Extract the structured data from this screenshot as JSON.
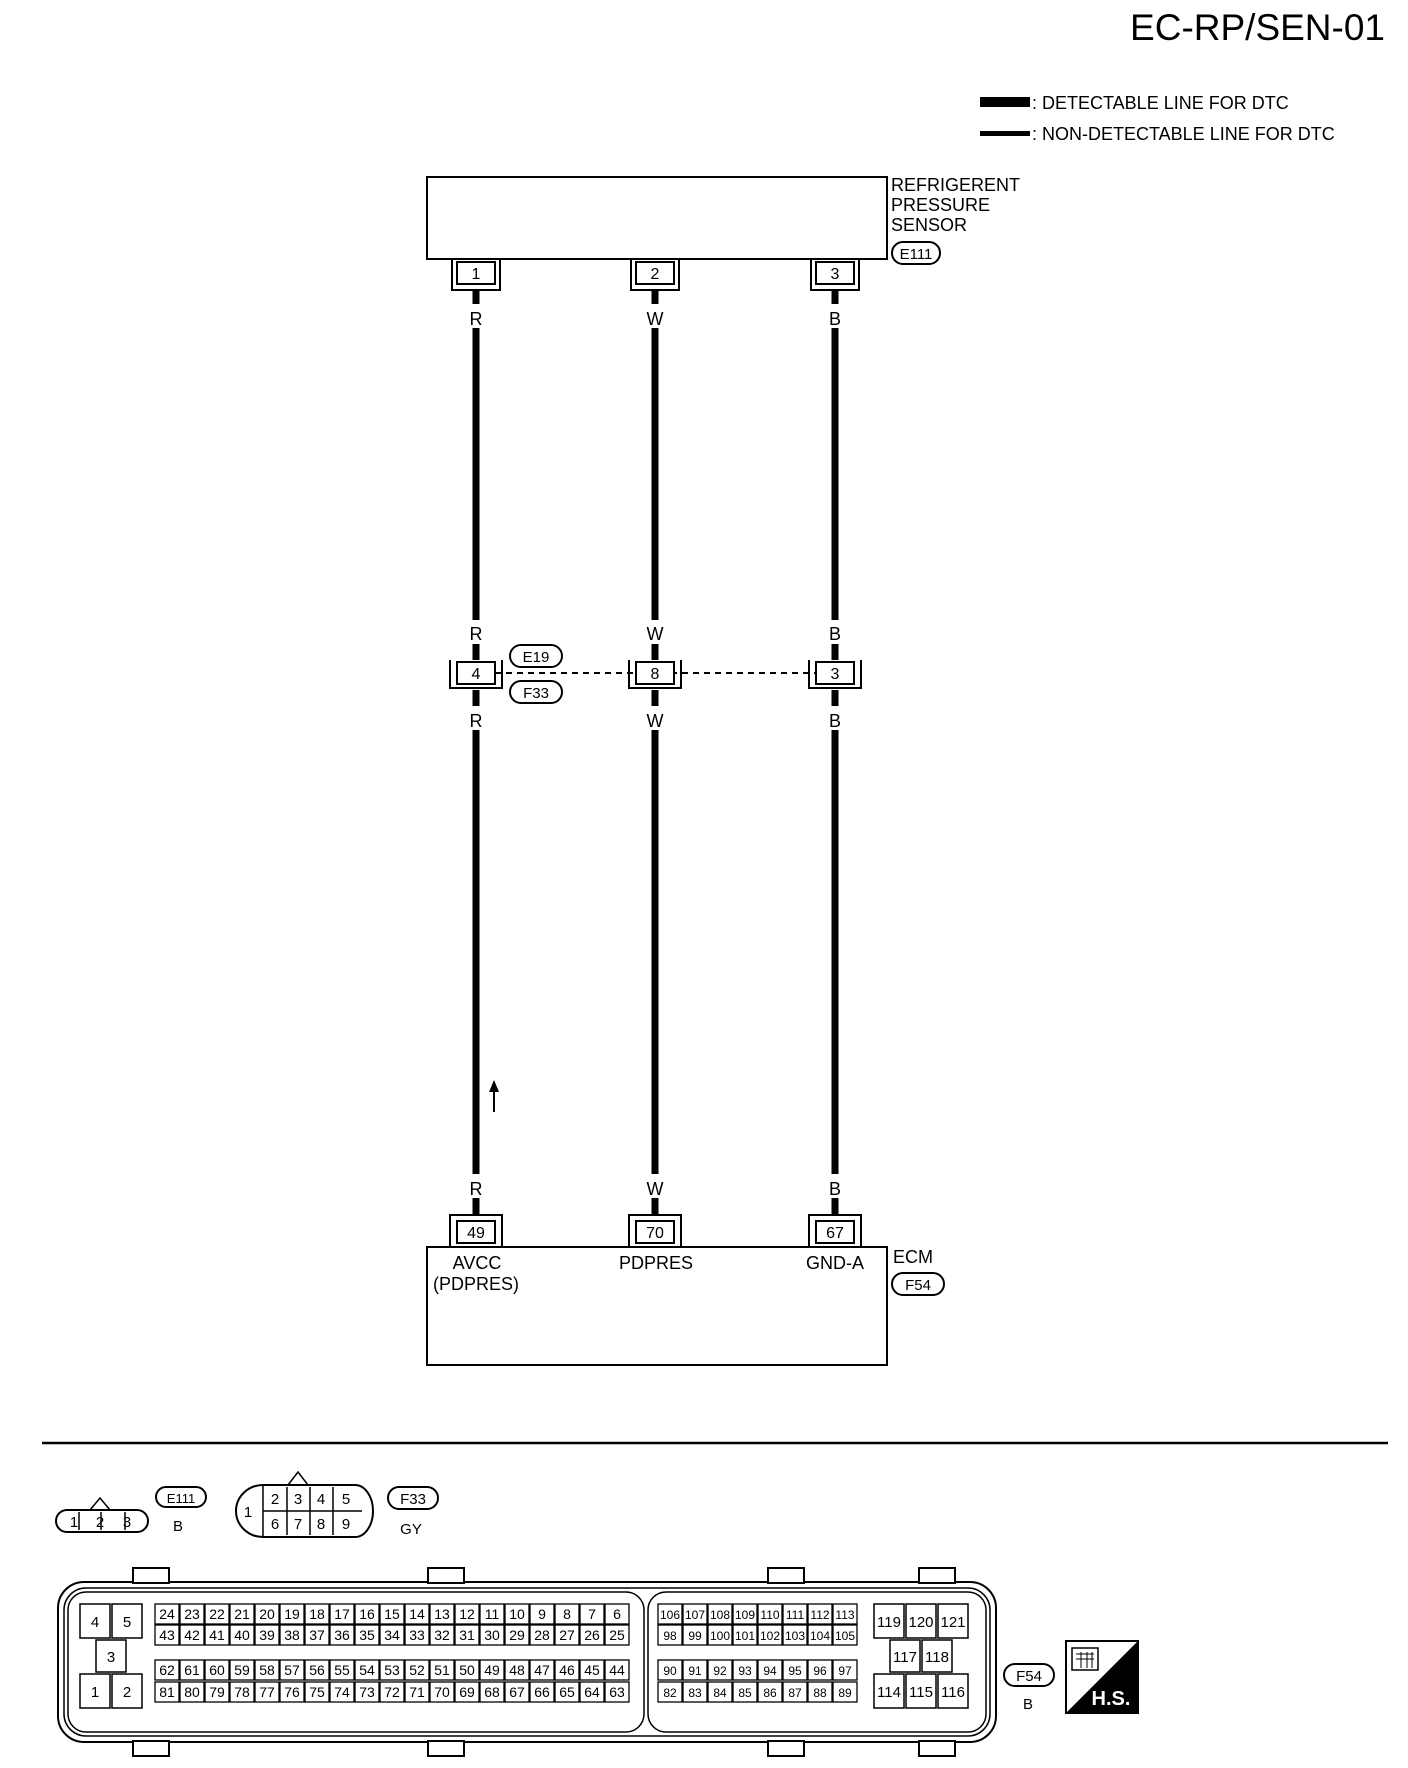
{
  "page_code": "EC-RP/SEN-01",
  "legend": {
    "detectable": ": DETECTABLE LINE FOR DTC",
    "non_detectable": ": NON-DETECTABLE LINE FOR DTC"
  },
  "sensor": {
    "name_lines": [
      "REFRIGERENT",
      "PRESSURE",
      "SENSOR"
    ],
    "connector": "E111",
    "pins": [
      "1",
      "2",
      "3"
    ]
  },
  "wires": [
    {
      "color": "R",
      "sensor_pin": "1",
      "joint_pin": "4",
      "ecm_pin": "49"
    },
    {
      "color": "W",
      "sensor_pin": "2",
      "joint_pin": "8",
      "ecm_pin": "70"
    },
    {
      "color": "B",
      "sensor_pin": "3",
      "joint_pin": "3",
      "ecm_pin": "67"
    }
  ],
  "joint": {
    "upper": "E19",
    "lower": "F33"
  },
  "ecm": {
    "name": "ECM",
    "connector": "F54",
    "terminals": [
      "AVCC",
      "(PDPRES)",
      "PDPRES",
      "GND-A"
    ]
  },
  "connectors": {
    "e111": {
      "id": "E111",
      "color": "B",
      "pins": [
        "1",
        "2",
        "3"
      ]
    },
    "f33": {
      "id": "F33",
      "color": "GY",
      "pins": [
        "1",
        "2",
        "3",
        "4",
        "5",
        "6",
        "7",
        "8",
        "9"
      ]
    },
    "f54": {
      "id": "F54",
      "color": "B",
      "left_block": {
        "pins": [
          "4",
          "5",
          "3",
          "1",
          "2"
        ],
        "row1": [
          "24",
          "23",
          "22",
          "21",
          "20",
          "19",
          "18",
          "17",
          "16",
          "15",
          "14",
          "13",
          "12",
          "11",
          "10",
          "9",
          "8",
          "7",
          "6"
        ],
        "row2": [
          "43",
          "42",
          "41",
          "40",
          "39",
          "38",
          "37",
          "36",
          "35",
          "34",
          "33",
          "32",
          "31",
          "30",
          "29",
          "28",
          "27",
          "26",
          "25"
        ],
        "row3": [
          "62",
          "61",
          "60",
          "59",
          "58",
          "57",
          "56",
          "55",
          "54",
          "53",
          "52",
          "51",
          "50",
          "49",
          "48",
          "47",
          "46",
          "45",
          "44"
        ],
        "row4": [
          "81",
          "80",
          "79",
          "78",
          "77",
          "76",
          "75",
          "74",
          "73",
          "72",
          "71",
          "70",
          "69",
          "68",
          "67",
          "66",
          "65",
          "64",
          "63"
        ]
      },
      "right_block": {
        "row1": [
          "106",
          "107",
          "108",
          "109",
          "110",
          "111",
          "112",
          "113"
        ],
        "row2": [
          "98",
          "99",
          "100",
          "101",
          "102",
          "103",
          "104",
          "105"
        ],
        "row3": [
          "90",
          "91",
          "92",
          "93",
          "94",
          "95",
          "96",
          "97"
        ],
        "row4": [
          "82",
          "83",
          "84",
          "85",
          "86",
          "87",
          "88",
          "89"
        ],
        "extra_top": [
          "119",
          "120",
          "121"
        ],
        "extra_mid": [
          "117",
          "118"
        ],
        "extra_bot": [
          "114",
          "115",
          "116"
        ]
      }
    }
  },
  "badge": {
    "text": "H.S."
  }
}
